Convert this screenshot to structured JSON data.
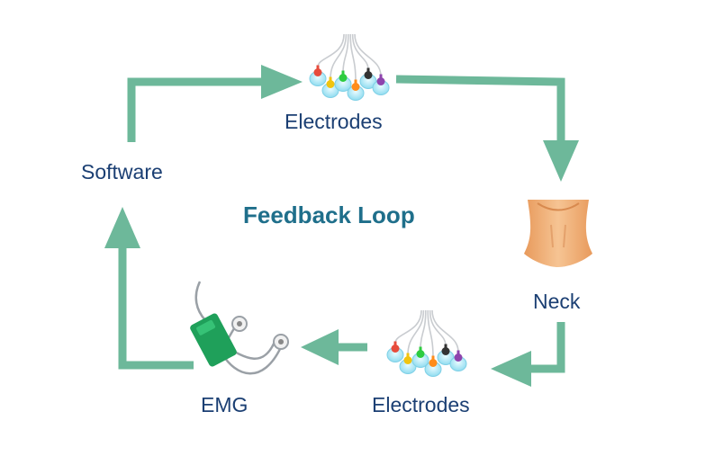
{
  "diagram": {
    "title": "Feedback Loop",
    "nodes": {
      "electrodes_top": "Electrodes",
      "neck": "Neck",
      "electrodes_bottom": "Electrodes",
      "emg": "EMG",
      "software": "Software"
    }
  },
  "colors": {
    "arrow": "#6db89a",
    "label": "#1b3f73",
    "title": "#1f6f8b",
    "neck": "#f0b47e",
    "emg_box": "#1fa05a"
  },
  "electrode_colors": [
    "#e74c3c",
    "#f1c40f",
    "#2ecc40",
    "#ff8c1a",
    "#333333",
    "#8e44ad"
  ]
}
